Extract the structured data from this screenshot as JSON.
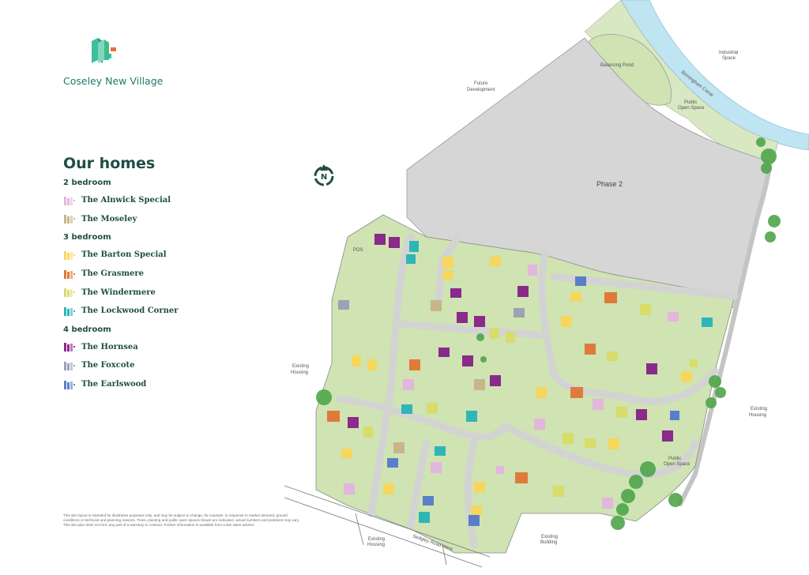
{
  "brand": {
    "name": "Coseley New Village"
  },
  "legend": {
    "title": "Our homes",
    "groups": [
      {
        "heading": "2 bedroom",
        "items": [
          {
            "name": "The Alnwick Special",
            "color": "#e3b6de"
          },
          {
            "name": "The Moseley",
            "color": "#c8b58a"
          }
        ]
      },
      {
        "heading": "3 bedroom",
        "items": [
          {
            "name": "The Barton Special",
            "color": "#f6d75e"
          },
          {
            "name": "The Grasmere",
            "color": "#df7a3a"
          },
          {
            "name": "The Windermere",
            "color": "#d8dc6a"
          },
          {
            "name": "The Lockwood Corner",
            "color": "#2fb5b8"
          }
        ]
      },
      {
        "heading": "4 bedroom",
        "items": [
          {
            "name": "The Hornsea",
            "color": "#8a2a8a"
          },
          {
            "name": "The Foxcote",
            "color": "#9aa3b3"
          },
          {
            "name": "The Earlswood",
            "color": "#5a7fc8"
          }
        ]
      }
    ]
  },
  "map_labels": {
    "phase2": "Phase 2",
    "balancing_pond": "Balancing Pond",
    "industrial_space": [
      "Industrial",
      "Space"
    ],
    "future_development": [
      "Future",
      "Development"
    ],
    "public_open_space_top": [
      "Public",
      "Open Space"
    ],
    "canal": "Birmingham Canal",
    "existing_housing_left": [
      "Existing",
      "Housing"
    ],
    "existing_housing_right": [
      "Existing",
      "Housing"
    ],
    "existing_housing_bottom": [
      "Existing",
      "Housing"
    ],
    "existing_building": [
      "Existing",
      "Building"
    ],
    "public_open_space_right": [
      "Public",
      "Open Space"
    ],
    "pos": "POS",
    "road": "Sedgley Road West"
  },
  "compass": {
    "letter": "N"
  },
  "disclaimer": "This site layout is intended for illustrative purposes only, and may be subject to change, for example, in response to market demand, ground conditions or technical and planning reasons. Trees, planting and public open spaces shown are indicative, actual numbers and positions may vary. This site plan does not form any part of a warranty or contract. Further information is available from a site sales advisor.",
  "colors": {
    "grass": "#cfe3b3",
    "road": "#c8c8c8",
    "phase2": "#d4d4d4",
    "water": "#bfe4f2",
    "tree": "#4fa64a"
  }
}
